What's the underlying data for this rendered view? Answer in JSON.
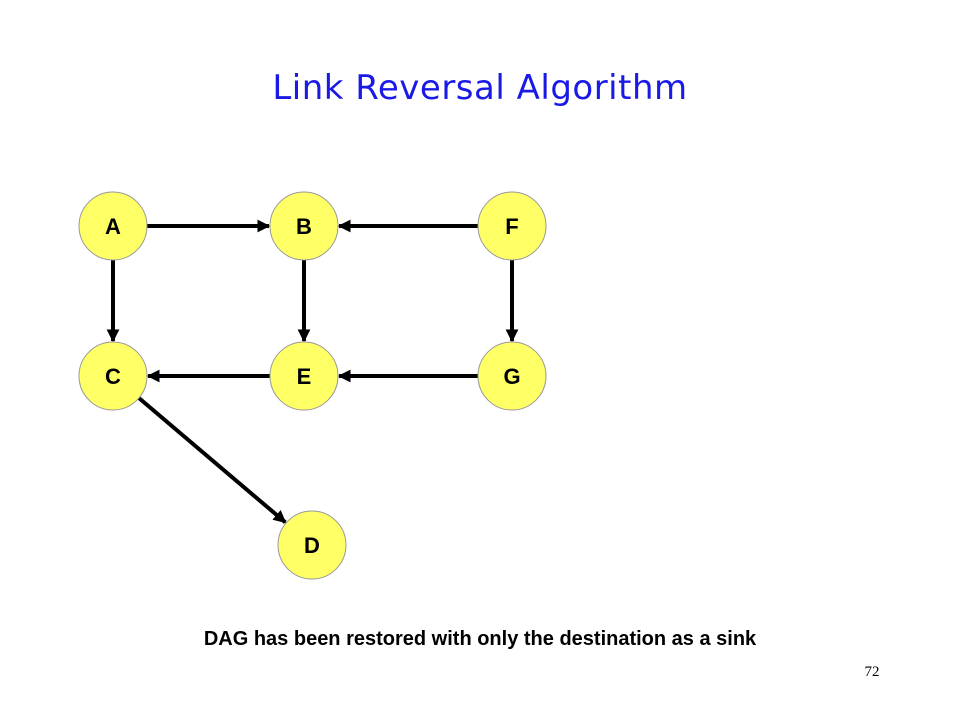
{
  "slide": {
    "title": "Link Reversal Algorithm",
    "caption": "DAG has been restored with only the destination as a sink",
    "number": "72"
  },
  "colors": {
    "title": "#1a1ae6",
    "node_fill": "#ffff66",
    "node_stroke": "#999999",
    "edge": "#000000"
  },
  "graph": {
    "nodes": [
      {
        "id": "A",
        "label": "A"
      },
      {
        "id": "B",
        "label": "B"
      },
      {
        "id": "F",
        "label": "F"
      },
      {
        "id": "C",
        "label": "C"
      },
      {
        "id": "E",
        "label": "E"
      },
      {
        "id": "G",
        "label": "G"
      },
      {
        "id": "D",
        "label": "D"
      }
    ],
    "edges": [
      {
        "from": "A",
        "to": "B"
      },
      {
        "from": "F",
        "to": "B"
      },
      {
        "from": "A",
        "to": "C"
      },
      {
        "from": "B",
        "to": "E"
      },
      {
        "from": "F",
        "to": "G"
      },
      {
        "from": "E",
        "to": "C"
      },
      {
        "from": "G",
        "to": "E"
      },
      {
        "from": "C",
        "to": "D"
      }
    ]
  }
}
